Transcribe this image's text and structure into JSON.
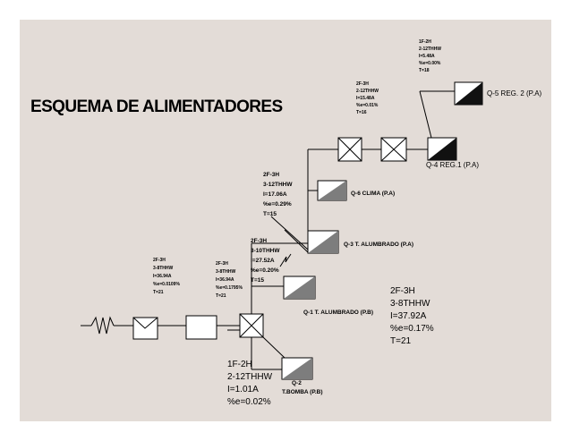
{
  "title": "ESQUEMA DE ALIMENTADORES",
  "panels": {
    "q5": "Q-5 REG. 2 (P.A)",
    "q4": "Q-4 REG.1 (P.A)",
    "q6": "Q-6 CLIMA (P.A)",
    "q3": "Q-3 T. ALUMBRADO (P.A)",
    "q1": "Q-1 T. ALUMBRADO (P.B)",
    "q2_code": "Q-2",
    "q2_name": "T.BOMBA (P.B)"
  },
  "feeders": {
    "top": [
      "1F-2H",
      "2-12THHW",
      "I=5.48A",
      "%e=0.00%",
      "T=18"
    ],
    "upper": [
      "2F-3H",
      "2-12THHW",
      "I=15.48A",
      "%e=0.01%",
      "T=16"
    ],
    "clima": [
      "2F-3H",
      "3-12THHW",
      "I=17.06A",
      "%e=0.29%",
      "T=15"
    ],
    "alum_pa": [
      "2F-3H",
      "3-10THHW",
      "I=27.52A",
      "%e=0.20%",
      "T=15"
    ],
    "main_left": [
      "2F-3H",
      "3-8THHW",
      "I=36.94A",
      "%e=0.0109%",
      "T=21"
    ],
    "main_mid": [
      "2F-3H",
      "3-8THHW",
      "I=36.94A",
      "%e=0.1795%",
      "T=21"
    ],
    "alum_pb": [
      "2F-3H",
      "3-8THHW",
      "I=37.92A",
      "%e=0.17%",
      "T=21"
    ],
    "bomba": [
      "1F-2H",
      "2-12THHW",
      "I=1.01A",
      "%e=0.02%"
    ]
  }
}
